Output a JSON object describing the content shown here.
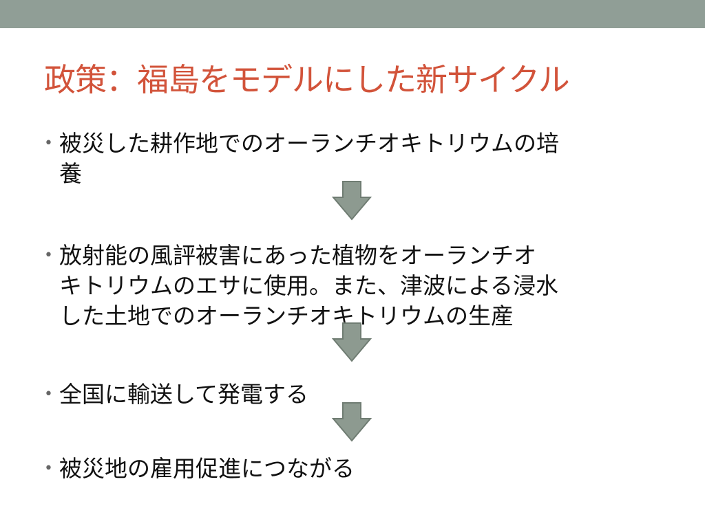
{
  "slide": {
    "title": "政策：福島をモデルにした新サイクル",
    "bullets": [
      "被災した耕作地でのオーランチオキトリウムの培\n養",
      "放射能の風評被害にあった植物をオーランチオ\nキトリウムのエサに使用。また、津波による浸水\nした土地でのオーランチオキトリウムの生産",
      "全国に輸送して発電する",
      "被災地の雇用促進につながる"
    ],
    "bullet_marker": "•"
  },
  "colors": {
    "top_band": "#909e96",
    "title": "#d2533a",
    "arrow_fill": "#8d9a90",
    "arrow_stroke": "#6f7c72"
  },
  "icons": [
    "down-arrow-icon"
  ]
}
